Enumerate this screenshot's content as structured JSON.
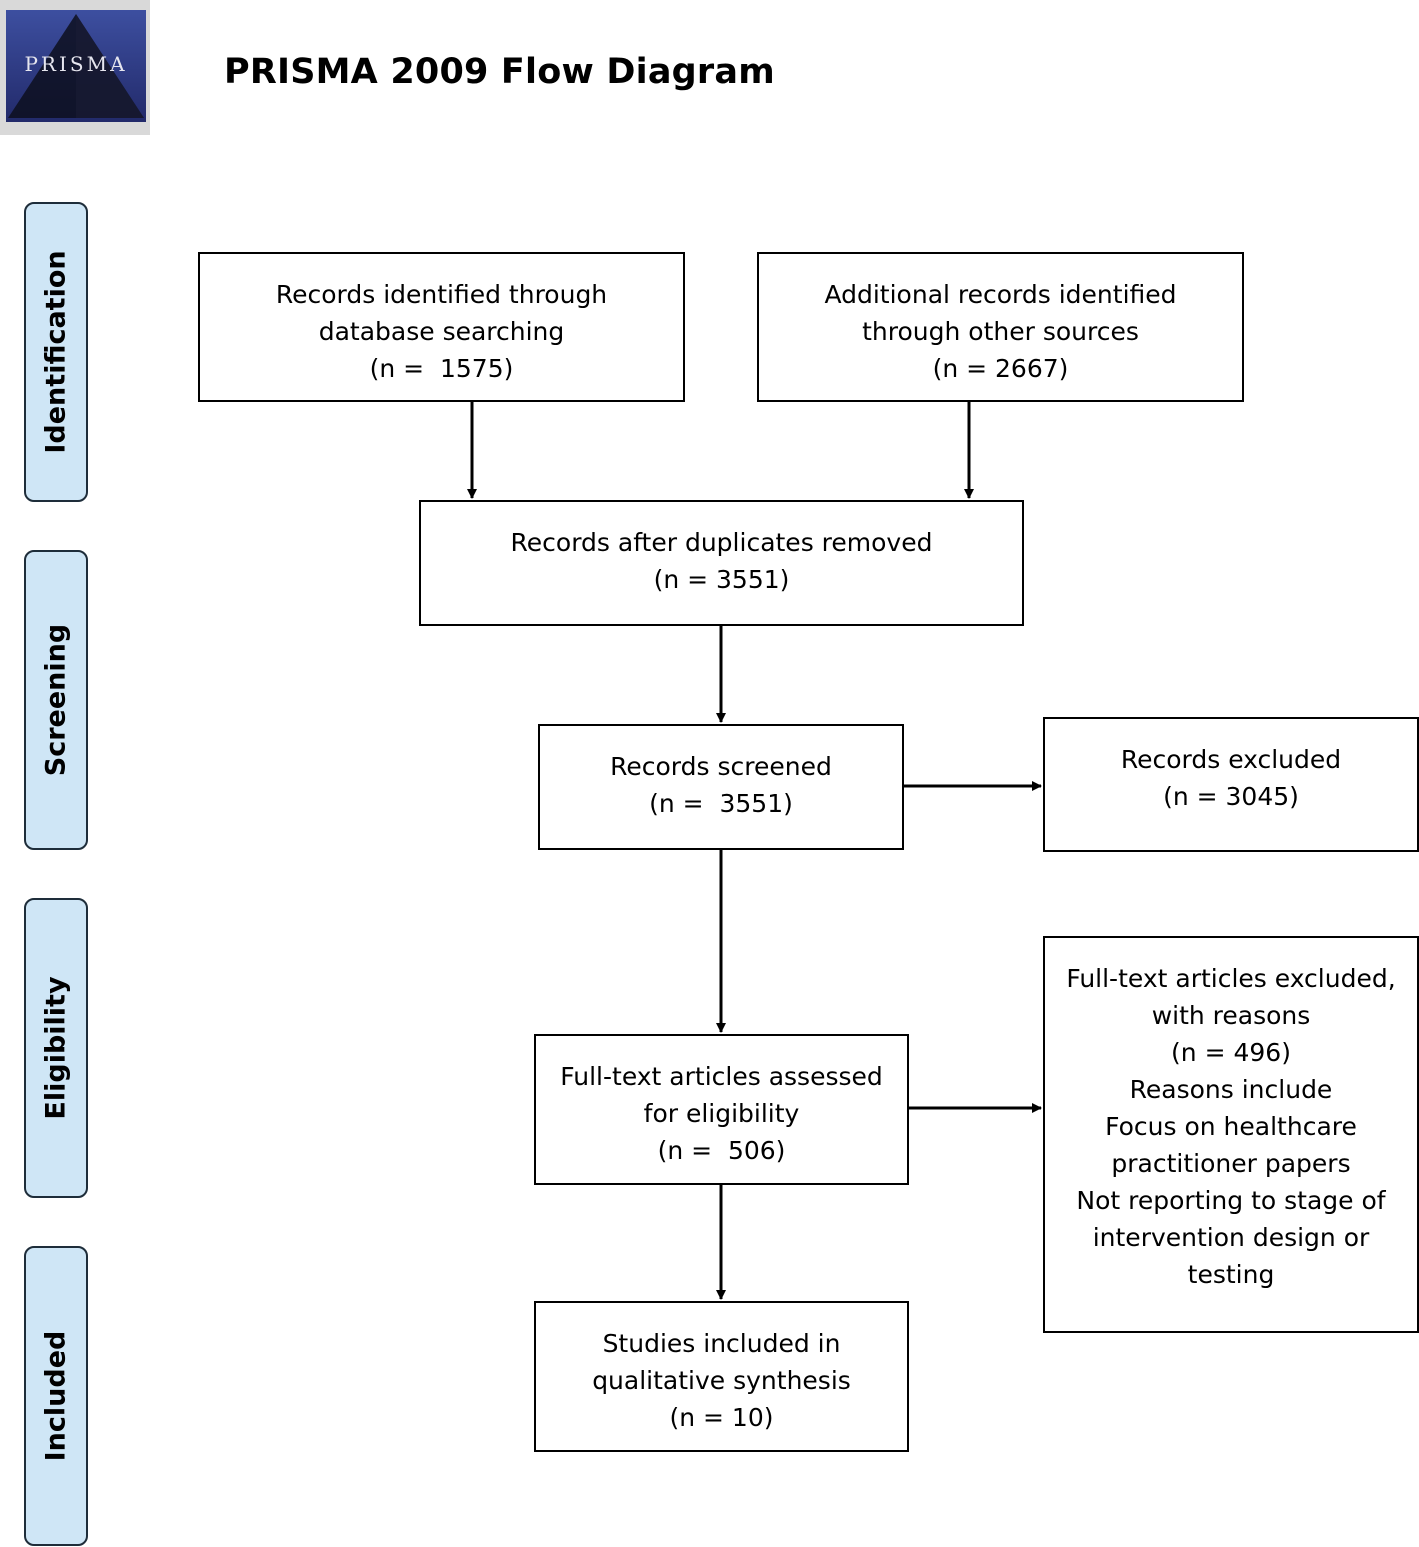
{
  "header": {
    "logo_text": "PRISMA",
    "title": "PRISMA 2009 Flow Diagram"
  },
  "phases": {
    "identification": "Identification",
    "screening": "Screening",
    "eligibility": "Eligibility",
    "included": "Included"
  },
  "boxes": {
    "database_search": {
      "lines": [
        "Records identified through",
        "database searching",
        "(n =  1575)"
      ]
    },
    "other_sources": {
      "lines": [
        "Additional records identified",
        "through other sources",
        "(n = 2667)"
      ]
    },
    "duplicates_removed": {
      "lines": [
        "Records after duplicates removed",
        "(n = 3551)"
      ]
    },
    "screened": {
      "lines": [
        "Records screened",
        "(n =  3551)"
      ]
    },
    "excluded": {
      "lines": [
        "Records excluded",
        "(n = 3045)"
      ]
    },
    "fulltext_assessed": {
      "lines": [
        "Full-text articles assessed",
        "for eligibility",
        "(n =  506)"
      ]
    },
    "fulltext_excluded": {
      "lines": [
        "Full-text articles excluded,",
        "with reasons",
        "(n = 496)",
        "Reasons include",
        "Focus on healthcare",
        "practitioner papers",
        "Not reporting to stage of",
        "intervention design or",
        "testing"
      ]
    },
    "included_studies": {
      "lines": [
        "Studies included in",
        "qualitative synthesis",
        "(n = 10)"
      ]
    }
  }
}
